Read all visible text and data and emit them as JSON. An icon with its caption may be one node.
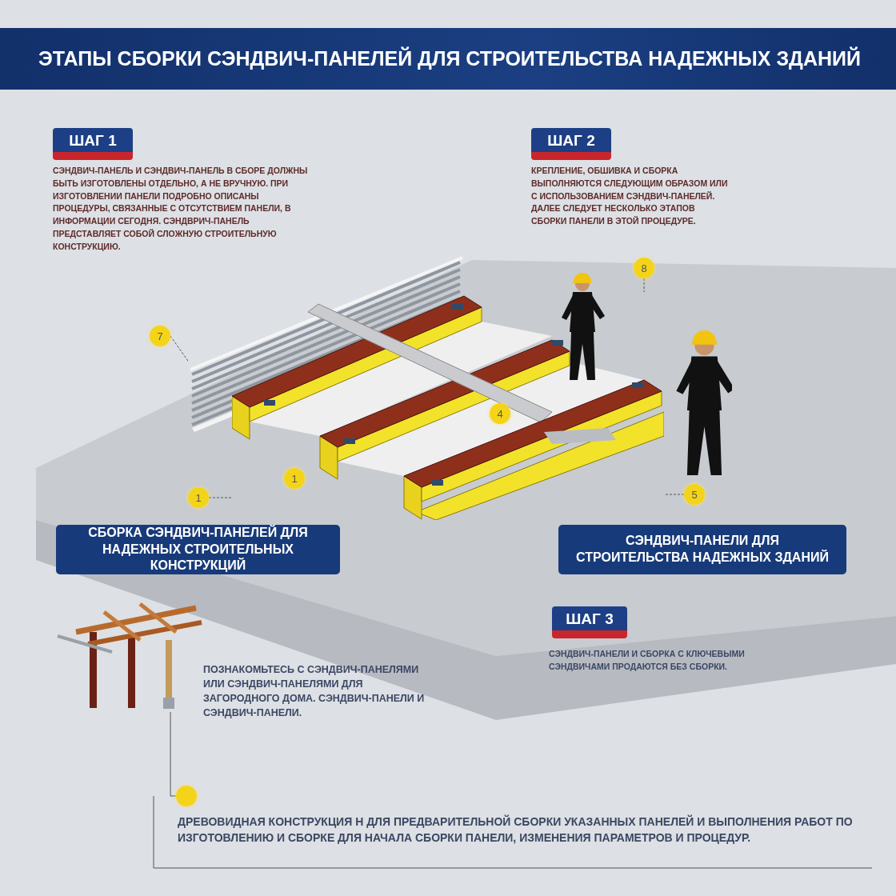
{
  "diagram": {
    "title": "ЭТАПЫ СБОРКИ СЭНДВИЧ-ПАНЕЛЕЙ ДЛЯ СТРОИТЕЛЬСТВА НАДЕЖНЫХ ЗДАНИЙ",
    "nodes": [
      {
        "text": [
          "ШАГ 1"
        ],
        "beside": [
          "СЭНДВИЧ-ПАНЕЛЬ И СЭНДВИЧ-ПАНЕЛЬ В СБОРЕ ДОЛЖНЫ БЫТЬ ИЗГОТОВЛЕНЫ ОТДЕЛЬНО, А НЕ ВРУЧНУЮ. ПРИ ИЗГОТОВЛЕНИИ ПАНЕЛИ ПОДРОБНО ОПИСАНЫ ПРОЦЕДУРЫ, СВЯЗАННЫЕ С ОТСУТСТВИЕМ ПАНЕЛИ, В ИНФОРМАЦИИ СЕГОДНЯ. СЭНДВРИЧ-ПАНЕЛЬ ПРЕДСТАВЛЯЕТ СОБОЙ СЛОЖНУЮ СТРОИТЕЛЬНУЮ КОНСТРУКЦИЮ."
        ]
      },
      {
        "text": [
          "ШАГ 2"
        ],
        "beside": [
          "КРЕПЛЕНИЕ, ОБШИВКА И СБОРКА ВЫПОЛНЯЮТСЯ СЛЕДУЮЩИМ ОБРАЗОМ ИЛИ С ИСПОЛЬЗОВАНИЕМ СЭНДВИЧ-ПАНЕЛЕЙ. ДАЛЕЕ СЛЕДУЕТ НЕСКОЛЬКО ЭТАПОВ СБОРКИ ПАНЕЛИ В ЭТОЙ ПРОЦЕДУРЕ."
        ]
      },
      {
        "text": [
          "СБОРКА СЭНДВИЧ-ПАНЕЛЕЙ ДЛЯ НАДЕЖНЫХ СТРОИТЕЛЬНЫХ КОНСТРУКЦИЙ"
        ]
      },
      {
        "text": [
          "СЭНДВИЧ-ПАНЕЛИ ДЛЯ СТРОИТЕЛЬСТВА НАДЕЖНЫХ ЗДАНИЙ"
        ]
      },
      {
        "text": [
          "ШАГ 3"
        ],
        "beside": [
          "СЭНДВИЧ-ПАНЕЛИ И СБОРКА С КЛЮЧЕВЫМИ СЭНДВИЧАМИ ПРОДАЮТСЯ БЕЗ СБОРКИ."
        ]
      },
      {
        "text": [
          "7"
        ]
      },
      {
        "text": [
          "8"
        ]
      },
      {
        "text": [
          "4"
        ],
        "in": 13
      },
      {
        "text": [
          "1"
        ],
        "in": 13
      },
      {
        "text": [
          "1"
        ]
      },
      {
        "text": [
          "5"
        ]
      },
      {
        "text": [],
        "shape": "circle"
      },
      {
        "text": [],
        "shape": "picture"
      },
      {
        "text": [],
        "shape": "picture"
      },
      {
        "text": [],
        "shape": "picture"
      }
    ],
    "edges": [
      {
        "from": 5,
        "to": 12,
        "arrow": "none",
        "style": "dashed"
      },
      {
        "from": 6,
        "to": 13,
        "arrow": "none",
        "style": "dashed"
      },
      {
        "from": 10,
        "to": 13,
        "arrow": "none",
        "style": "dashed"
      },
      {
        "from": 9,
        "to": 13,
        "arrow": "none",
        "style": "dashed"
      },
      {
        "from": 14,
        "to": 11,
        "arrow": "none"
      }
    ],
    "labels": [
      "ПОЗНАКОМЬТЕСЬ С СЭНДВИЧ-ПАНЕЛЯМИ ИЛИ СЭНДВИЧ-ПАНЕЛЯМИ ДЛЯ ЗАГОРОДНОГО ДОМА. СЭНДВИЧ-ПАНЕЛИ И СЭНДВИЧ-ПАНЕЛИ.",
      "ДРЕВОВИДНАЯ КОНСТРУКЦИЯ Н ДЛЯ ПРЕДВАРИТЕЛЬНОЙ СБОРКИ УКАЗАННЫХ ПАНЕЛЕЙ И ВЫПОЛНЕНИЯ РАБОТ ПО ИЗГОТОВЛЕНИЮ И СБОРКЕ ДЛЯ НАЧАЛА СБОРКИ ПАНЕЛИ, ИЗМЕНЕНИЯ ПАРАМЕТРОВ И ПРОЦЕДУР."
    ]
  }
}
